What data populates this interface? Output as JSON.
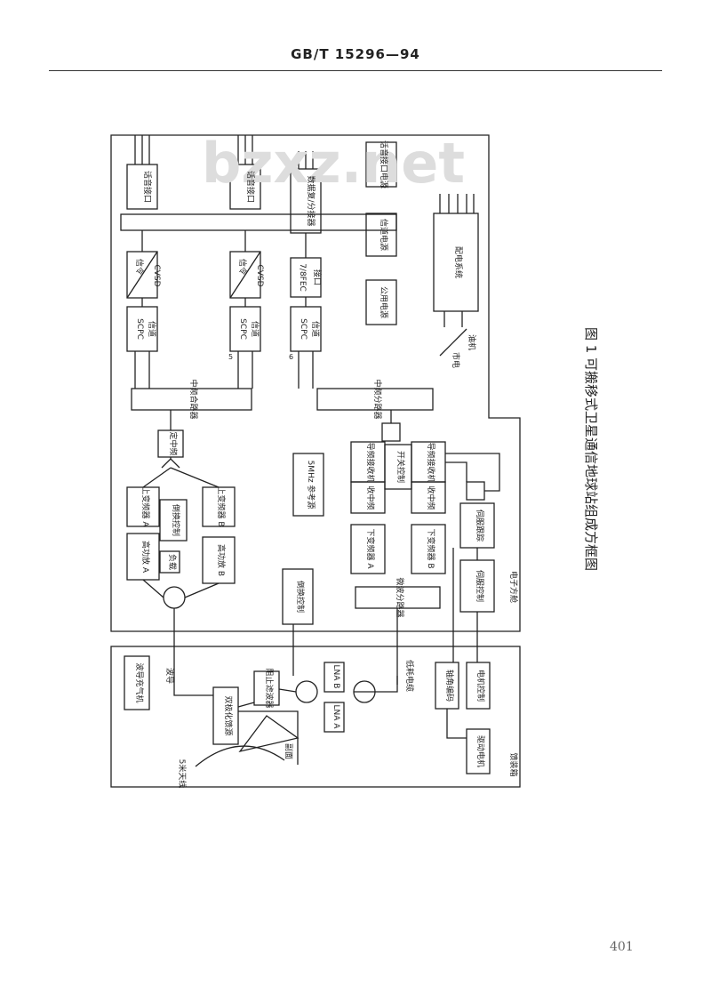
{
  "header": {
    "standard_code": "GB/T 15296—94"
  },
  "page_number": "401",
  "watermark": "bzxz.net",
  "figure": {
    "caption": "图 1  可搬移式卫星通信地球站组成方框图",
    "sections": {
      "electronics_cabinet": "电子方舱",
      "antenna_box": "馈装箱"
    },
    "blocks": {
      "voice_interface": "话音接口",
      "signaling": "信令",
      "cvsd": "CVSD",
      "scpc": "SCPC",
      "channel": "信道",
      "data_mux": "数据复/分接器",
      "fec": "7/8FEC",
      "interface": "接口",
      "voice_if_power": "话音接口电源",
      "channel_power": "信道电源",
      "common_power": "公用电源",
      "power_dist": "配电系统",
      "mains": "市电",
      "generator": "油机",
      "if_combiner": "中频合路器",
      "if_splitter": "中频分路器",
      "fixed_if": "定中频",
      "ref_source": "5MHz 参考源",
      "upconv_a": "上变频器 A",
      "upconv_b": "上变频器 B",
      "switch_ctrl": "倒换控制",
      "hpa_a": "高功放 A",
      "hpa_b": "高功放 B",
      "load": "负载",
      "downconv_a": "下变频器 A",
      "downconv_b": "下变频器 B",
      "rx_if": "收中频",
      "beacon_rx": "导频接收机",
      "switch_control": "开关控制",
      "servo_track": "伺服跟踪",
      "servo_ctrl": "伺服控制",
      "data_splitter": "微波分路器",
      "waveguide_inflator": "波导充气机",
      "waveguide": "波导",
      "reject_filter": "阻止滤波器",
      "dual_feed": "双极化馈源",
      "lna_a": "LNA A",
      "lna_b": "LNA B",
      "lowloss_cable": "低耗电缆",
      "angle_encoder": "轴角编码",
      "motor_ctrl": "电机控制",
      "drive_motor": "驱动电机",
      "antenna": "5米天线",
      "secondary": "副面",
      "channel_no_5": "5",
      "channel_no_6": "6"
    }
  }
}
